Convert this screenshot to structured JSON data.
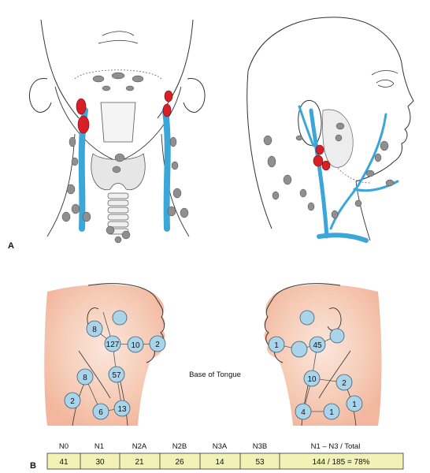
{
  "panels": {
    "a_label": "A",
    "b_label": "B"
  },
  "site_label": "Base of Tongue",
  "left_profile_nodes": [
    "8",
    "127",
    "10",
    "2",
    "8",
    "57",
    "2",
    "6",
    "13"
  ],
  "right_profile_nodes": [
    "1",
    "45",
    "10",
    "2",
    "4",
    "1",
    "1"
  ],
  "table": {
    "headers": [
      "N0",
      "N1",
      "N2A",
      "N2B",
      "N3A",
      "N3B",
      "N1 – N3 / Total"
    ],
    "values": [
      "41",
      "30",
      "21",
      "26",
      "14",
      "53",
      "144 / 185 = 78%"
    ]
  },
  "colors": {
    "vein": "#3aa7d8",
    "node_red": "#d81e27",
    "node_gray": "#8f8f8f",
    "skin": "#f6c9b4",
    "node_circle": "#a9d4ea",
    "table_fill": "#f2f2b6"
  }
}
